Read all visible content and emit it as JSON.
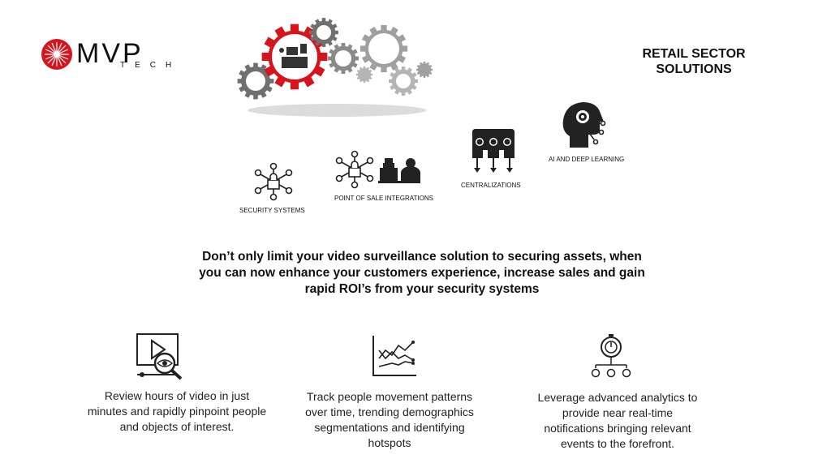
{
  "logo": {
    "name": "MVP",
    "sub": "TECH"
  },
  "title": {
    "line1": "RETAIL SECTOR",
    "line2": "SOLUTIONS"
  },
  "solutions": [
    {
      "label": "SECURITY SYSTEMS"
    },
    {
      "label": "POINT OF SALE INTEGRATIONS"
    },
    {
      "label": "CENTRALIZATIONS"
    },
    {
      "label": "AI AND DEEP LEARNING"
    }
  ],
  "headline": {
    "line1": "Don’t only limit your video surveillance solution to securing assets, when",
    "line2": "you can now enhance your customers experience, increase sales and gain",
    "line3": "rapid ROI’s from your security systems"
  },
  "features": [
    {
      "lines": [
        "Review hours of video in just",
        "minutes and rapidly pinpoint people",
        "and objects of interest."
      ]
    },
    {
      "lines": [
        "Track people movement patterns",
        "over time, trending demographics",
        "segmentations and identifying",
        "hotspots"
      ]
    },
    {
      "lines": [
        "Leverage advanced analytics to",
        "provide near real-time",
        "notifications bringing relevant",
        "events to the forefront."
      ]
    }
  ],
  "colors": {
    "accent": "#d7141c",
    "gear": "#7d7d7d",
    "gear_light": "#a9a9a9",
    "text": "#111111"
  }
}
